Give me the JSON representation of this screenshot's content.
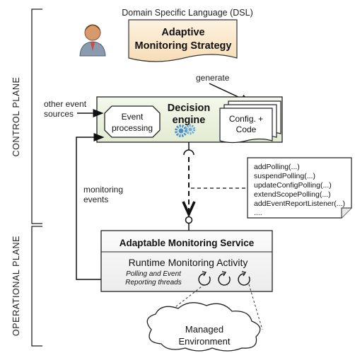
{
  "planes": {
    "control": "CONTROL PLANE",
    "operational": "OPERATIONAL PLANE"
  },
  "dsl": {
    "label": "Domain Specific Language (DSL)",
    "strategy_line1": "Adaptive",
    "strategy_line2": "Monitoring Strategy"
  },
  "generate_label": "generate",
  "inputs": {
    "other_events_line1": "other event",
    "other_events_line2": "sources",
    "monitoring_events_line1": "monitoring",
    "monitoring_events_line2": "events"
  },
  "decision_engine": {
    "title_line1": "Decision",
    "title_line2": "engine",
    "event_processing_line1": "Event",
    "event_processing_line2": "processing",
    "config_line1": "Config. +",
    "config_line2": "Code"
  },
  "api_calls": [
    "addPolling(...)",
    "suspendPolling(...)",
    "updateConfigPolling(...)",
    "extendScopePolling(...)",
    "addEventReportListener(...)",
    "...."
  ],
  "service": {
    "title": "Adaptable Monitoring Service",
    "activity": "Runtime Monitoring Activity",
    "threads_line1": "Polling and Event",
    "threads_line2": "Reporting threads"
  },
  "environment": {
    "line1": "Managed",
    "line2": "Environment"
  },
  "colors": {
    "decision_engine_fill": "#ebf2e0",
    "strategy_fill": "#fbe9cf",
    "service_fill": "#f3f3f3",
    "person_fill": "#8a9bb0",
    "gear_fill": "#4a90c8"
  }
}
